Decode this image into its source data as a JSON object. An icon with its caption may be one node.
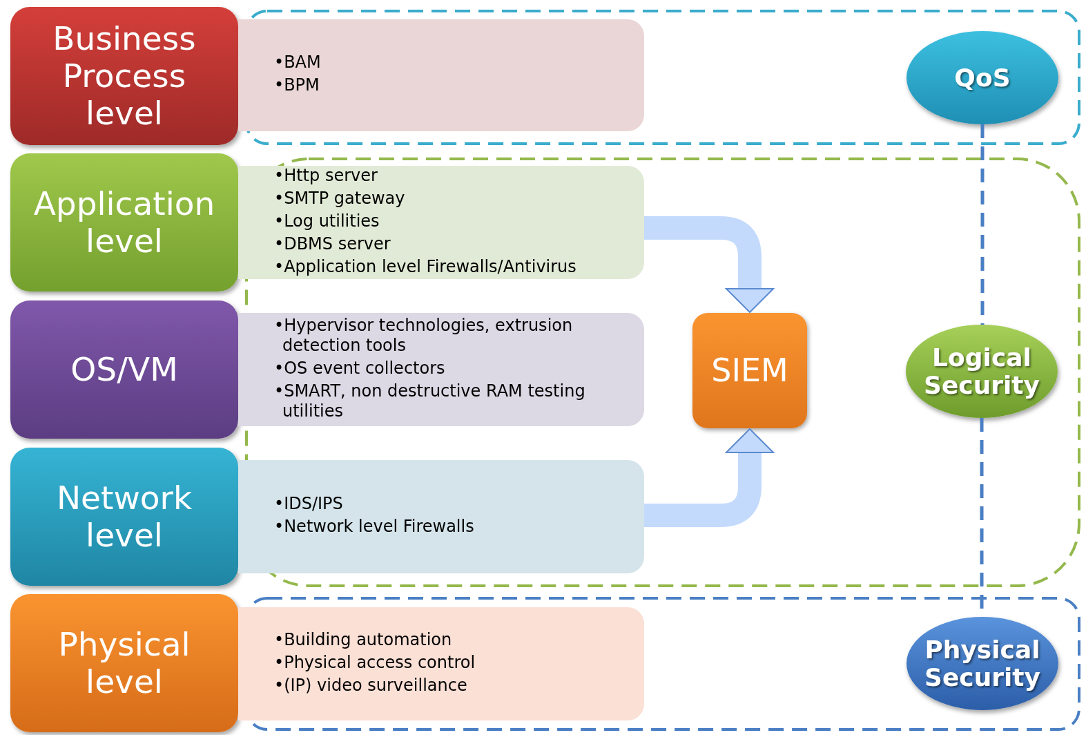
{
  "diagram": {
    "nodes": [
      {
        "text": [
          "Business Process level"
        ]
      },
      {
        "text": [
          "•BAM",
          "•BPM"
        ]
      },
      {
        "text": [
          "Application level"
        ]
      },
      {
        "text": [
          "•Http server",
          "•SMTP gateway",
          "•Log utilities",
          "•DBMS server",
          "•Application level Firewalls/Antivirus"
        ]
      },
      {
        "text": [
          "OS/VM"
        ]
      },
      {
        "text": [
          "•Hypervisor technologies, extrusion detection tools",
          "•OS event collectors",
          "•SMART, non destructive RAM testing utilities"
        ]
      },
      {
        "text": [
          "Network level"
        ]
      },
      {
        "text": [
          "•IDS/IPS",
          "•Network level Firewalls"
        ]
      },
      {
        "text": [
          "Physical level"
        ]
      },
      {
        "text": [
          "•Building automation",
          "•Physical access control",
          "•(IP) video surveillance"
        ]
      },
      {
        "text": [
          "SIEM"
        ]
      },
      {
        "text": [
          "QoS"
        ]
      },
      {
        "text": [
          "Logical Security"
        ]
      },
      {
        "text": [
          "Physical Security"
        ]
      }
    ],
    "edges": [
      {
        "from": 3,
        "to": 10,
        "arrow": "to",
        "style": "thick",
        "color": "#c4dafc"
      },
      {
        "from": 7,
        "to": 10,
        "arrow": "to",
        "style": "thick",
        "color": "#c4dafc"
      },
      {
        "from": 11,
        "to": 12,
        "arrow": "none",
        "style": "dashed",
        "color": "#4a7fc4"
      },
      {
        "from": 12,
        "to": 13,
        "arrow": "none",
        "style": "dashed",
        "color": "#4a7fc4"
      }
    ]
  }
}
